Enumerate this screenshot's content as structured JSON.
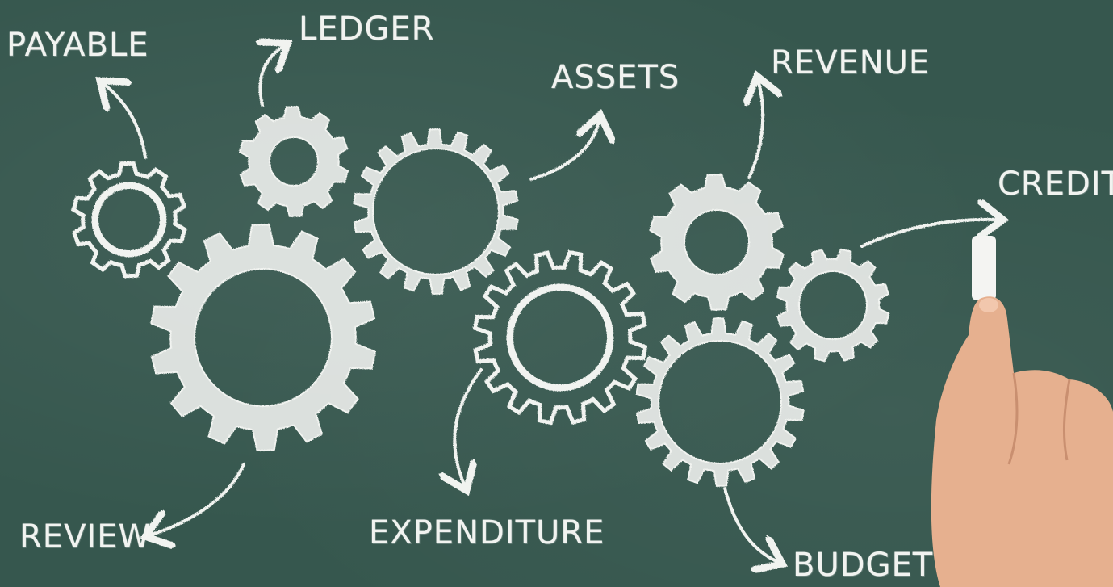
{
  "labels": {
    "payable": "PAYABLE",
    "ledger": "LEDGER",
    "assets": "ASSETS",
    "revenue": "REVENUE",
    "credit": "CREDIT",
    "review": "REVIEW",
    "expenditure": "EXPENDITURE",
    "budget": "BUDGET"
  },
  "colors": {
    "board": "#36574e",
    "chalk": "#f1f3f0",
    "skin": "#e6b08f"
  }
}
